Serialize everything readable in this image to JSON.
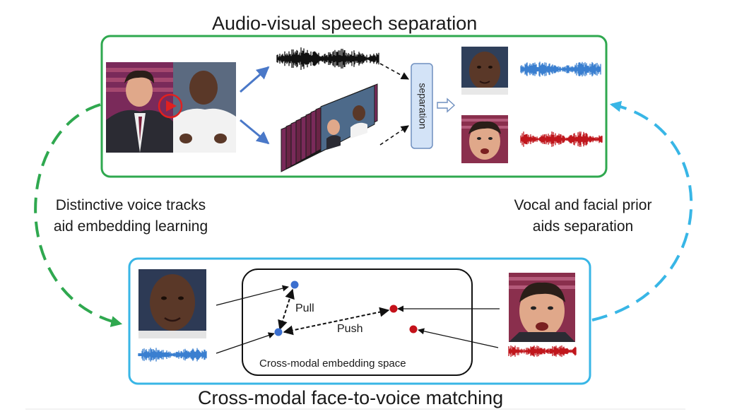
{
  "top_panel": {
    "title": "Audio-visual speech separation",
    "separation_label": "separation"
  },
  "bottom_panel": {
    "title": "Cross-modal face-to-voice matching",
    "embedding_space_label": "Cross-modal embedding space",
    "pull_label": "Pull",
    "push_label": "Push"
  },
  "left_caption": {
    "line1": "Distinctive voice tracks",
    "line2": "aid embedding learning"
  },
  "right_caption": {
    "line1": "Vocal and facial prior",
    "line2": "aids separation"
  },
  "colors": {
    "green": "#2fa84f",
    "blue_frame": "#38b6e6",
    "arrow_blue": "#4a78c8",
    "wave_blue": "#3a7fd0",
    "wave_red": "#c0161c",
    "dot_blue": "#3b6fcf",
    "dot_red": "#c4121a",
    "sep_box_fill": "#d3e3f7",
    "sep_box_stroke": "#6f8fbf"
  }
}
